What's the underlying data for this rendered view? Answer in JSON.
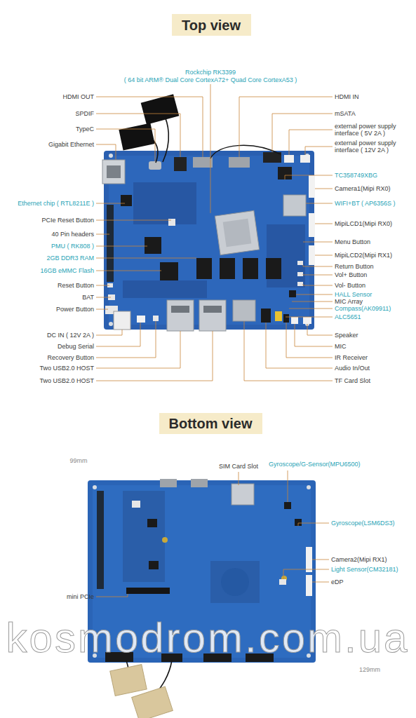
{
  "diagram": {
    "nodes": [
      {
        "text": [
          "Top view"
        ]
      },
      {
        "text": [
          "Bottom view"
        ]
      }
    ],
    "labels": [
      "Rockchip RK3399",
      "( 64 bit ARM® Dual Core CortexA72+ Quad Core CortexA53 )",
      "HDMI OUT",
      "SPDIF",
      "TypeC",
      "Gigabit Ethernet",
      "Ethernet chip ( RTL8211E )",
      "PCIe Reset Button",
      "40 Pin headers",
      "PMU ( RK808 )",
      "2GB DDR3 RAM",
      "16GB eMMC Flash",
      "Reset Button",
      "BAT",
      "Power Button",
      "DC IN ( 12V 2A )",
      "Debug Serial",
      "Recovery Button",
      "Two USB2.0 HOST",
      "Two USB2.0 HOST",
      "HDMI IN",
      "mSATA",
      "external power supply interface ( 5V 2A )",
      "external power supply interface ( 12V 2A )",
      "TC358749XBG",
      "Camera1(Mipi RX0)",
      "WIFI+BT ( AP6356S )",
      "MipiLCD1(Mipi RX0)",
      "Menu Button",
      "MipiLCD2(Mipi RX1)",
      "Return Button",
      "Vol+ Button",
      "Vol- Button",
      "HALL Sensor",
      "MIC Array",
      "Compass(AK09911)",
      "ALC5651",
      "Speaker",
      "MIC",
      "IR Receiver",
      "Audio In/Out",
      "TF Card Slot",
      "99mm",
      "SIM Card Slot",
      "Gyroscope/G-Sensor(MPU6500)",
      "Gyroscope(LSM6DS3)",
      "Camera2(Mipi RX1)",
      "Light Sensor(CM32181)",
      "eDP",
      "mini PCIe",
      "129mm",
      "kosmodrom.com.ua"
    ]
  }
}
